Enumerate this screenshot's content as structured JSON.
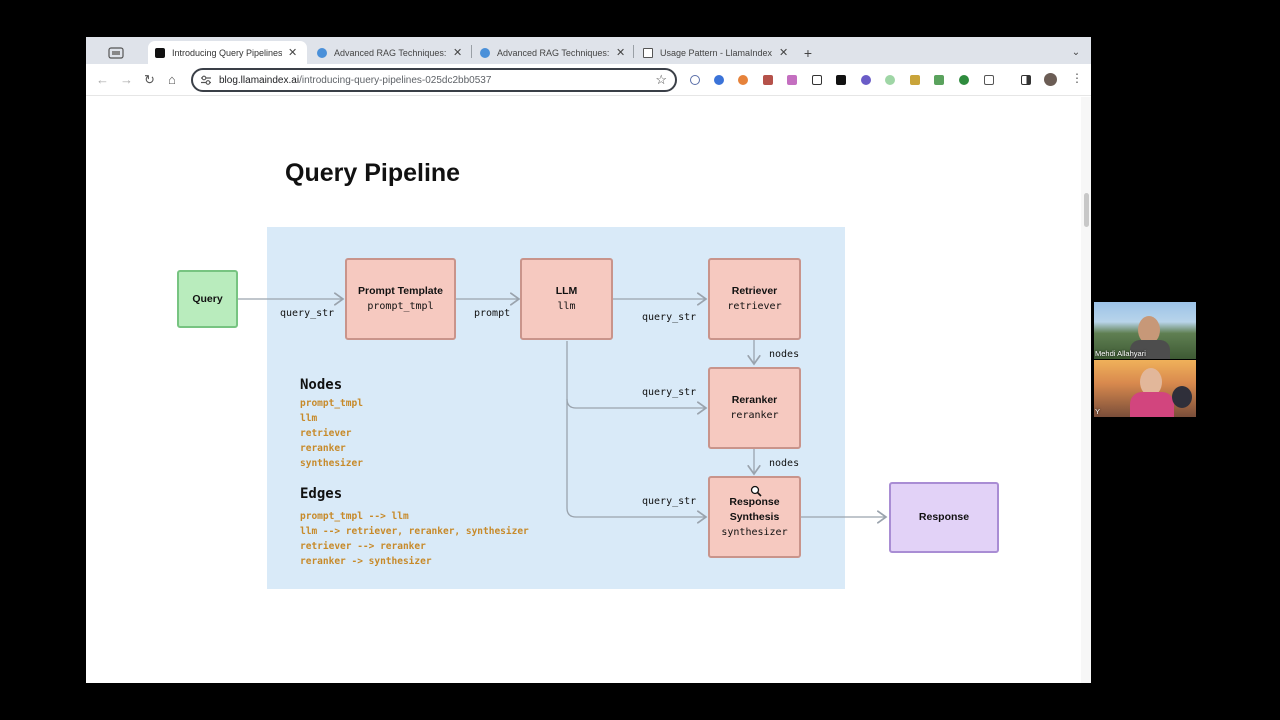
{
  "browser": {
    "tabs": [
      {
        "label": "Introducing Query Pipelines",
        "active": true,
        "favicon_color": "#111111"
      },
      {
        "label": "Advanced RAG Techniques: a",
        "active": false,
        "favicon_color": "#4a90d9"
      },
      {
        "label": "Advanced RAG Techniques: a",
        "active": false,
        "favicon_color": "#4a90d9"
      },
      {
        "label": "Usage Pattern - LlamaIndex",
        "active": false,
        "favicon_color": "#555555"
      }
    ],
    "new_tab": "+",
    "url_host": "blog.llamaindex.ai",
    "url_path": "/introducing-query-pipelines-025dc2bb0537"
  },
  "page": {
    "title": "Query Pipeline",
    "diagram": {
      "nodes": {
        "query": {
          "label": "Query"
        },
        "prompt_template": {
          "label": "Prompt Template",
          "code": "prompt_tmpl"
        },
        "llm": {
          "label": "LLM",
          "code": "llm"
        },
        "retriever": {
          "label": "Retriever",
          "code": "retriever"
        },
        "reranker": {
          "label": "Reranker",
          "code": "reranker"
        },
        "synthesizer": {
          "label_line1": "Response",
          "label_line2": "Synthesis",
          "code": "synthesizer"
        },
        "response": {
          "label": "Response"
        }
      },
      "edge_labels": {
        "query_to_prompt": "query_str",
        "prompt_to_llm": "prompt",
        "llm_to_retriever": "query_str",
        "retriever_to_reranker": "nodes",
        "llm_to_reranker": "query_str",
        "reranker_to_synth": "nodes",
        "llm_to_synth": "query_str"
      },
      "nodes_section": {
        "heading": "Nodes",
        "items": [
          "prompt_tmpl",
          "llm",
          "retriever",
          "reranker",
          "synthesizer"
        ]
      },
      "edges_section": {
        "heading": "Edges",
        "items": [
          "prompt_tmpl --> llm",
          "llm --> retriever, reranker, synthesizer",
          "retriever --> reranker",
          "reranker -> synthesizer"
        ]
      }
    }
  },
  "participants": [
    {
      "name": "Mehdi Allahyari"
    },
    {
      "name": "Y"
    }
  ]
}
